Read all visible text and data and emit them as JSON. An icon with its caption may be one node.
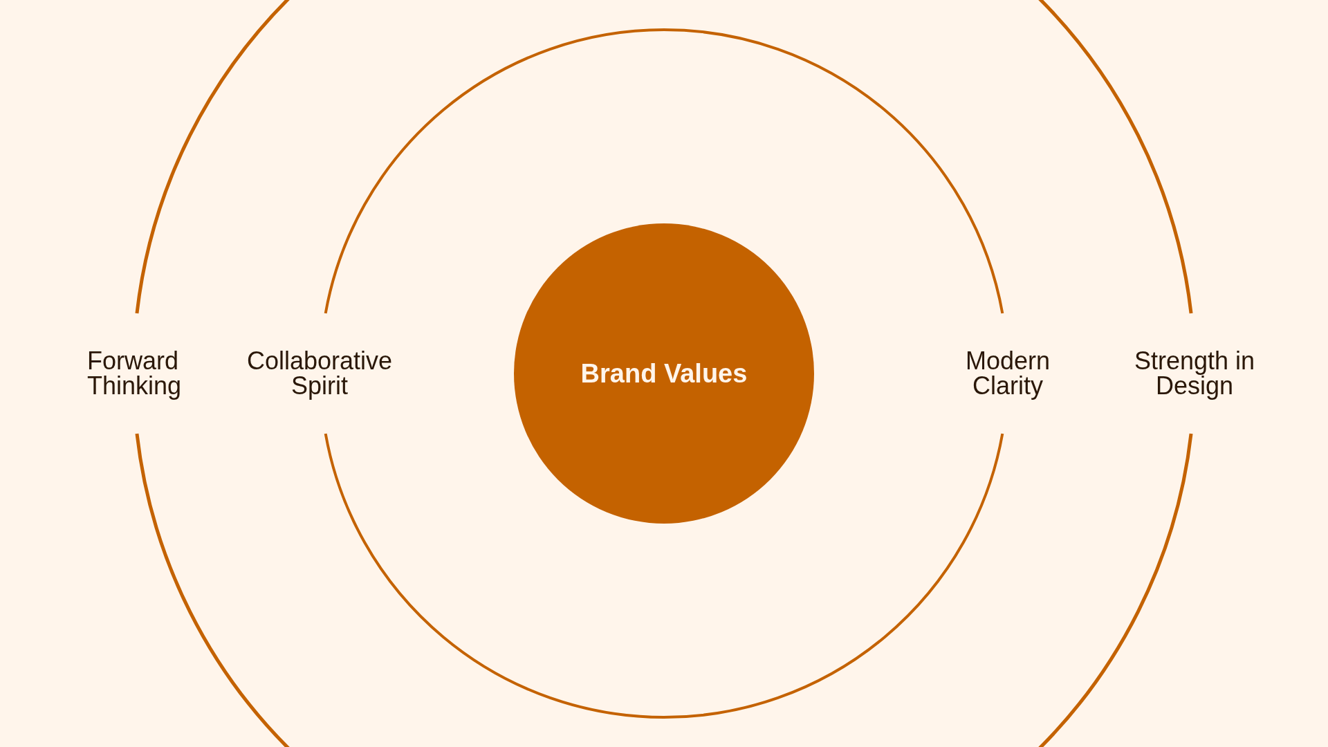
{
  "diagram": {
    "nodes": [
      {
        "text": [
          "Brand Values"
        ]
      }
    ],
    "edges": [],
    "labels": [
      "Forward Thinking",
      "Collaborative Spirit",
      "Modern Clarity",
      "Strength in Design"
    ]
  }
}
